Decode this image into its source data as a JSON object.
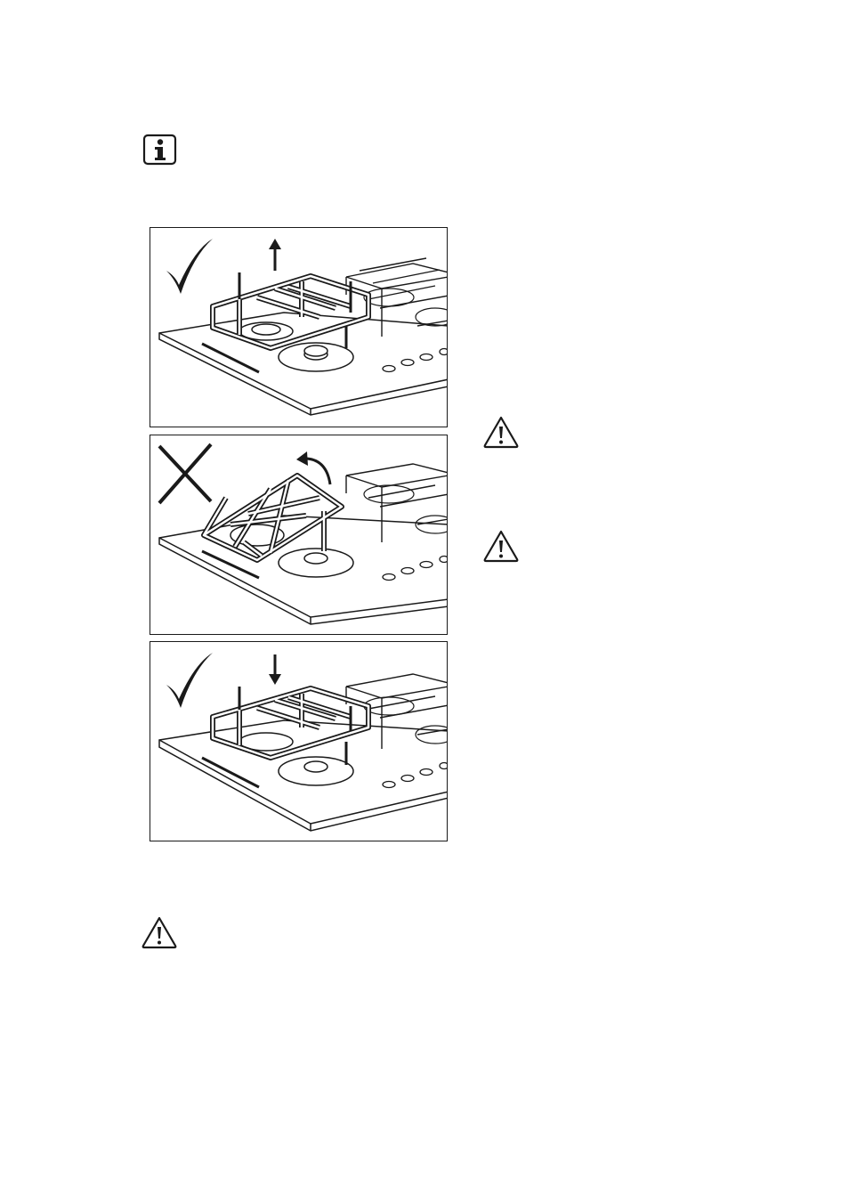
{
  "page": {
    "background": "#ffffff",
    "ink": "#1a1a1a"
  },
  "icons": {
    "info": "info-icon",
    "warning": "warning-icon"
  },
  "illustrations": [
    {
      "id": "panel-1",
      "marker": "checkmark",
      "action": "lift-up-arrow"
    },
    {
      "id": "panel-2",
      "marker": "cross",
      "action": "tilt-arrow"
    },
    {
      "id": "panel-3",
      "marker": "checkmark",
      "action": "put-down-arrow"
    }
  ]
}
